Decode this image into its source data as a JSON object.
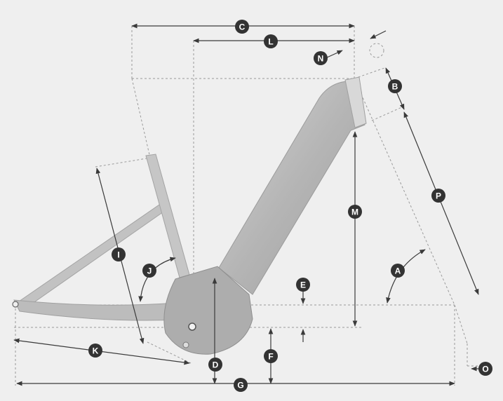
{
  "colors": {
    "background": "#efefef",
    "frame": "#b8b8b8",
    "badge": "#333333",
    "badge_text": "#ffffff",
    "dimension_line": "#3a3a3a",
    "dashed_line": "#9a9a9a"
  },
  "labels": {
    "A": "A",
    "B": "B",
    "C": "C",
    "D": "D",
    "E": "E",
    "F": "F",
    "G": "G",
    "I": "I",
    "J": "J",
    "K": "K",
    "L": "L",
    "M": "M",
    "N": "N",
    "O": "O",
    "P": "P"
  }
}
